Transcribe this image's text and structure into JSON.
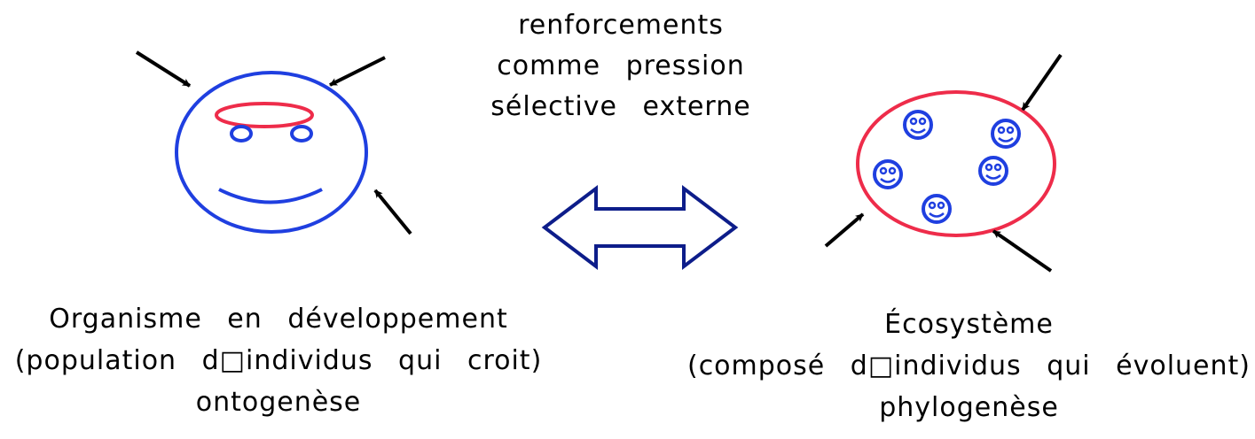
{
  "colors": {
    "blue": "#1f3fe0",
    "red": "#ee2c4a",
    "navy": "#0d1d8a",
    "black": "#000000"
  },
  "center": {
    "line1": "renforcements",
    "line2": "comme pression",
    "line3": "sélective externe"
  },
  "left": {
    "line1": "Organisme en développement",
    "line2": "(population d□individus qui croit)",
    "line3": "ontogenèse"
  },
  "right": {
    "line1": "Écosystème",
    "line2": "(composé d□individus qui évoluent)",
    "line3": "phylogenèse"
  },
  "icons": {
    "organism": "smiley-face-icon",
    "ecosystem": "ecosystem-circle-icon",
    "individual": "small-smiley-icon",
    "pressure": "arrow-icon",
    "relation": "double-arrow-icon"
  }
}
